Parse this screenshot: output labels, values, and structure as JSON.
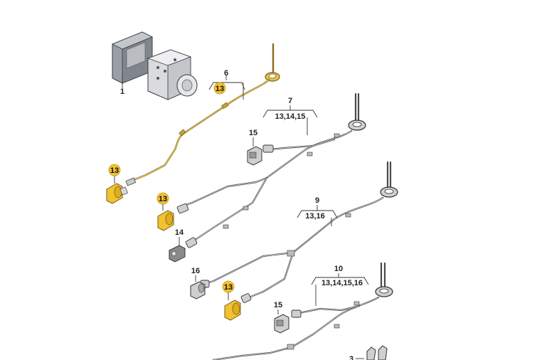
{
  "parts": {
    "p1": "1",
    "p3": "3",
    "p6": "6",
    "p6_sub": "13",
    "p7": "7",
    "p7_sub": "13,14,15",
    "p9": "9",
    "p9_sub": "13,16",
    "p10": "10",
    "p10_sub": "13,14,15,16",
    "p13": "13",
    "p14": "14",
    "p15": "15",
    "p16": "16"
  },
  "colors": {
    "highlight": "#f2c230",
    "wire": "#4a4a4a",
    "background": "#ffffff"
  }
}
